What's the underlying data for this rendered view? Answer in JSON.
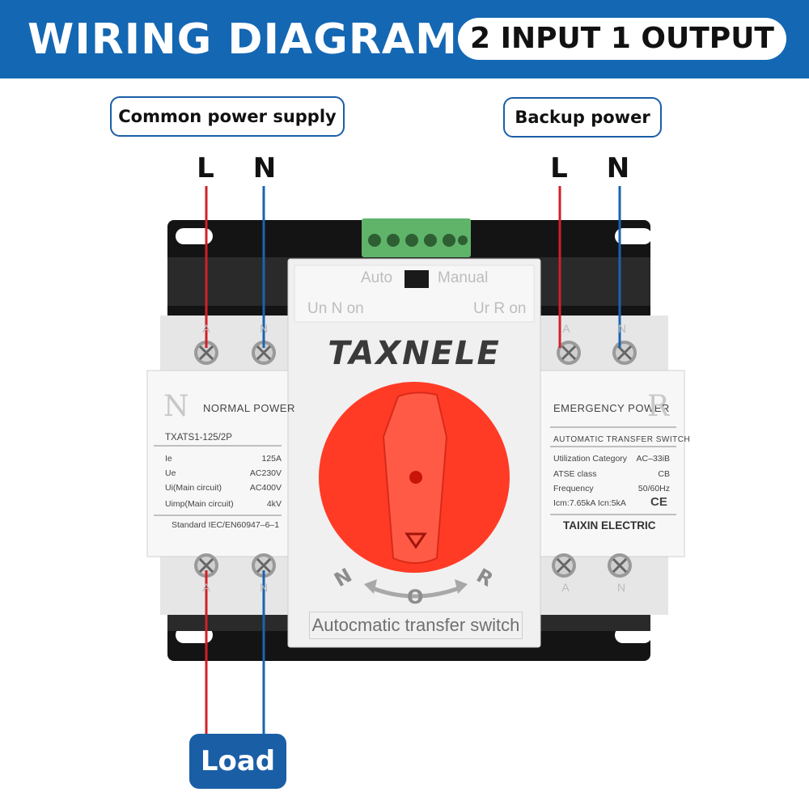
{
  "banner": {
    "title": "WIRING DIAGRAM",
    "subtitle": "2 INPUT 1 OUTPUT"
  },
  "sources": {
    "common": {
      "label": "Common power supply",
      "live": "L",
      "neutral": "N"
    },
    "backup": {
      "label": "Backup power",
      "live": "L",
      "neutral": "N"
    }
  },
  "load": {
    "label": "Load"
  },
  "device": {
    "brand": "TAXNELE",
    "mode_auto": "Auto",
    "mode_manual": "Manual",
    "indicator_left": "Un N on",
    "indicator_right": "Ur R on",
    "footer": "Autocmatic transfer switch",
    "dial": {
      "n": "N",
      "o": "O",
      "r": "R"
    },
    "terminals": {
      "a": "A",
      "n": "N"
    },
    "left_panel": {
      "letter": "N",
      "title": "NORMAL POWER",
      "model": "TXATS1-125/2P",
      "specs": [
        {
          "k": "Ie",
          "v": "125A"
        },
        {
          "k": "Ue",
          "v": "AC230V"
        },
        {
          "k": "Ui(Main circuit)",
          "v": "AC400V"
        },
        {
          "k": "Uimp(Main circuit)",
          "v": "4kV"
        }
      ],
      "standard": "Standard IEC/EN60947–6–1"
    },
    "right_panel": {
      "letter": "R",
      "title": "EMERGENCY POWER",
      "subtitle": "AUTOMATIC TRANSFER SWITCH",
      "specs": [
        {
          "k": "Utilization Category",
          "v": "AC–33iB"
        },
        {
          "k": "ATSE class",
          "v": "CB"
        },
        {
          "k": "Frequency",
          "v": "50/60Hz"
        }
      ],
      "current": "Icm:7.65kA Icn:5kA",
      "ce": "CE",
      "maker": "TAIXIN ELECTRIC"
    }
  },
  "colors": {
    "banner": "#1467b3",
    "live_wire": "#d0202a",
    "neutral_wire": "#1a64b0",
    "knob": "#ff3b26",
    "load_box": "#1a5ea6"
  }
}
